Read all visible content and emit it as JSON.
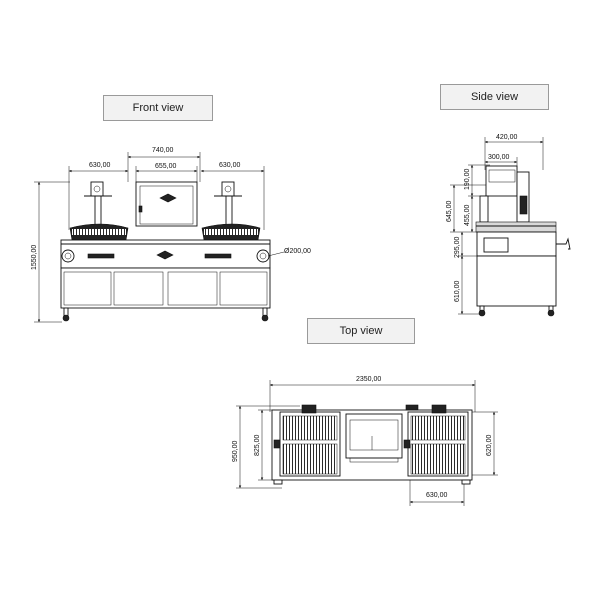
{
  "labels": {
    "front": "Front view",
    "side": "Side view",
    "top": "Top view"
  },
  "dimensions": {
    "front_left_width": "630,00",
    "front_center_outer": "740,00",
    "front_center_inner": "655,00",
    "front_right_width": "630,00",
    "front_total_height": "1550,00",
    "front_diameter": "Ø200,00",
    "side_depth_outer": "420,00",
    "side_depth_inner": "300,00",
    "side_h_645": "645,00",
    "side_h_190": "190,00",
    "side_h_455": "455,00",
    "side_h_295": "295,00",
    "side_h_610": "610,00",
    "top_total_width": "2350,00",
    "top_depth_950": "950,00",
    "top_depth_825": "825,00",
    "top_depth_620": "620,00",
    "top_width_630": "630,00"
  }
}
